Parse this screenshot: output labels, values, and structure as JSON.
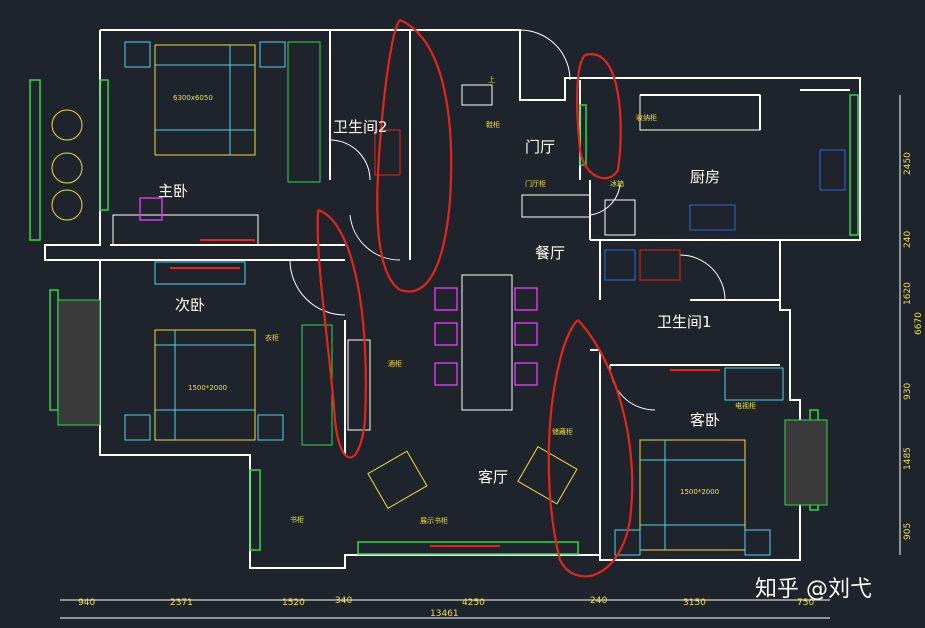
{
  "rooms": {
    "master_bedroom": "主卧",
    "bathroom2": "卫生间2",
    "foyer": "门厅",
    "kitchen": "厨房",
    "dining": "餐厅",
    "second_bedroom": "次卧",
    "bathroom1": "卫生间1",
    "guest_bedroom": "客卧",
    "living_room": "客厅"
  },
  "small_labels": {
    "bed_master": "6300x6050",
    "bed_second": "1500*2000",
    "bed_guest": "1500*2000",
    "up": "上",
    "wardrobe_note_1": "鞋柜",
    "cabinet_note": "收纳柜",
    "foyer_cabinet": "门厅柜",
    "fridge": "冰箱",
    "wardrobe_note_2": "衣柜",
    "tv_cabinet": "电视柜",
    "wine_cabinet": "酒柜",
    "shelf_note": "储藏柜",
    "balcony_cabinet": "书柜",
    "tv_wall": "展示书柜"
  },
  "dimensions_bottom": [
    "940",
    "2371",
    "1520",
    "340",
    "4250",
    "240",
    "3150",
    "750"
  ],
  "dimension_total": "13461",
  "dimensions_right": [
    "2450",
    "240",
    "1620",
    "6670",
    "930",
    "1485",
    "905"
  ],
  "watermark": "知乎 @刘弋",
  "colors": {
    "background": "#1f232b",
    "wall": "#ffffff",
    "furniture": "#e8e23a",
    "window": "#2fd84a",
    "bed_lines": "#4fd6e6",
    "chairs": "#d23adf",
    "annotation": "#e3261c",
    "appliance": "#2a6bd8"
  }
}
